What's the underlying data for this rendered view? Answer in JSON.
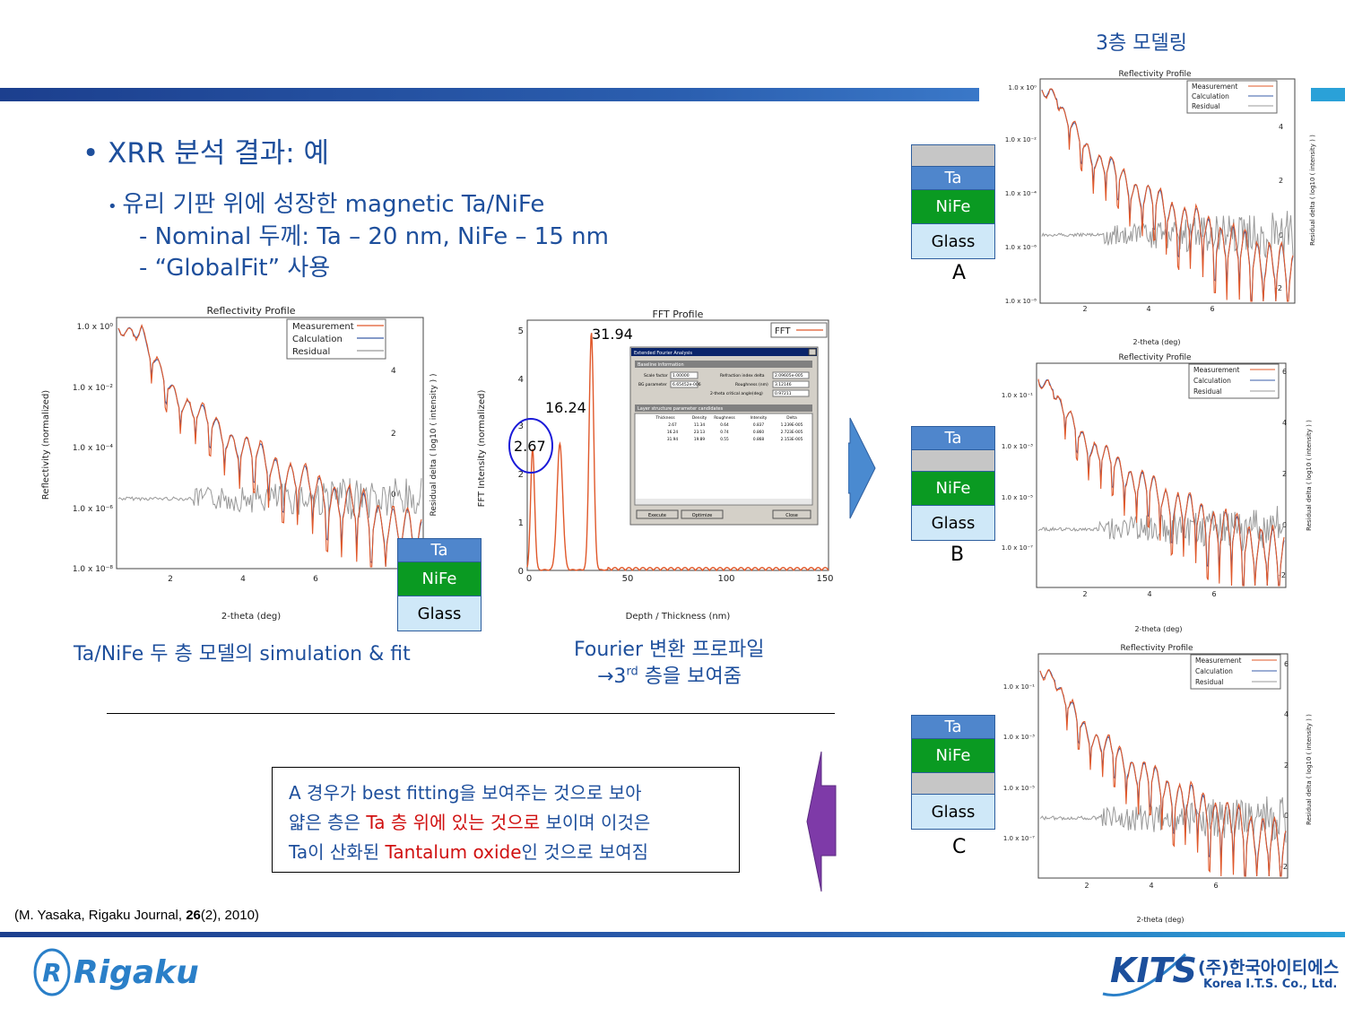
{
  "header": {
    "model_label": "3층 모델링"
  },
  "title": "XRR 분석 결과: 예",
  "bullets": {
    "sub1": "유리 기판 위에 성장한 magnetic Ta/NiFe",
    "sub2": "- Nominal 두께: Ta – 20 nm, NiFe – 15 nm",
    "sub3": "- “GlobalFit” 사용"
  },
  "left_chart": {
    "title": "Reflectivity Profile",
    "xlabel": "2-theta (deg)",
    "ylabel": "Reflectivity (normalized)",
    "y2label": "Residual delta ( log10 ( intensity ) )",
    "legend": [
      "Measurement",
      "Calculation",
      "Residual"
    ],
    "yticks": [
      "1.0 x 10⁰",
      "1.0 x 10⁻²",
      "1.0 x 10⁻⁴",
      "1.0 x 10⁻⁶",
      "1.0 x 10⁻⁸"
    ],
    "xticks": [
      "2",
      "4",
      "6"
    ],
    "y2ticks": [
      "4",
      "2",
      "0"
    ]
  },
  "fft_chart": {
    "title": "FFT Profile",
    "xlabel": "Depth / Thickness (nm)",
    "ylabel": "FFT Intensity (normalized)",
    "legend": "FFT",
    "xticks": [
      "0",
      "50",
      "100",
      "150"
    ],
    "yticks": [
      "0",
      "1",
      "2",
      "3",
      "4",
      "5"
    ],
    "peaks": [
      {
        "label": "2.67"
      },
      {
        "label": "16.24"
      },
      {
        "label": "31.94"
      }
    ],
    "dialog": {
      "title": "Extended Fourier Analysis",
      "section1": "Baseline information",
      "row1a": "Scale factor",
      "val1a": "1.00000",
      "row1b": "Refraction index delta",
      "val1b": "2.09605e-005",
      "row2a": "BG parameter",
      "val2a": "6.65452e-006",
      "row2b": "Roughness (nm)",
      "val2b": "3.12146",
      "row3b": "2-theta critical angle(deg)",
      "val3b": "0.97211",
      "section2": "Layer structure parameter candidates",
      "cols": [
        "Thickness",
        "Density",
        "Roughness",
        "Intensity",
        "Delta"
      ],
      "rows": [
        [
          "2.67",
          "11.34",
          "0.64",
          "0.837",
          "1.239E-005"
        ],
        [
          "16.24",
          "23.13",
          "0.74",
          "0.860",
          "2.723E-005"
        ],
        [
          "31.94",
          "19.89",
          "0.55",
          "0.868",
          "2.153E-005"
        ]
      ],
      "btn_execute": "Execute",
      "btn_optimize": "Optimize",
      "btn_close": "Close"
    }
  },
  "stacks": {
    "main": {
      "ta": "Ta",
      "nife": "NiFe",
      "glass": "Glass"
    },
    "a": {
      "ta": "Ta",
      "nife": "NiFe",
      "glass": "Glass",
      "letter": "A"
    },
    "b": {
      "ta": "Ta",
      "nife": "NiFe",
      "glass": "Glass",
      "letter": "B"
    },
    "c": {
      "ta": "Ta",
      "nife": "NiFe",
      "glass": "Glass",
      "letter": "C"
    }
  },
  "right_charts": {
    "title": "Reflectivity Profile",
    "xlabel": "2-theta (deg)",
    "y2label": "Residual delta ( log10 ( intensity ) )",
    "legend": [
      "Measurement",
      "Calculation",
      "Residual"
    ],
    "a_yticks": [
      "1.0 x 10⁰",
      "1.0 x 10⁻²",
      "1.0 x 10⁻⁴",
      "1.0 x 10⁻⁶",
      "1.0 x 10⁻⁸"
    ],
    "b_yticks": [
      "1.0 x 10⁻¹",
      "1.0 x 10⁻³",
      "1.0 x 10⁻⁵",
      "1.0 x 10⁻⁷"
    ],
    "a_y2ticks": [
      "4",
      "2",
      "0",
      "-2"
    ],
    "b_y2ticks": [
      "6",
      "4",
      "2",
      "0",
      "-2"
    ],
    "xticks": [
      "2",
      "4",
      "6"
    ]
  },
  "captions": {
    "left": "Ta/NiFe 두 층 모델의 simulation & fit",
    "fft_line1": "Fourier 변환 프로파일",
    "fft_line2_prefix": "→3",
    "fft_line2_sup": "rd",
    "fft_line2_suffix": " 층을 보여줌"
  },
  "note": {
    "line1": "A 경우가 best fitting을 보여주는 것으로 보아",
    "line2_a": "얇은 층은 ",
    "line2_red": "Ta 층 위에 있는 것으로",
    "line2_b": " 보이며 이것은",
    "line3_a": "Ta이 산화된 ",
    "line3_red": "Tantalum oxide",
    "line3_b": "인 것으로 보여짐"
  },
  "reference": {
    "prefix": "(M. Yasaka, Rigaku Journal, ",
    "bold": "26",
    "suffix": "(2), 2010)"
  },
  "logos": {
    "rigaku": "Rigaku",
    "kits": "KITS",
    "kits_kr": "(주)한국아이티에스",
    "kits_en": "Korea I.T.S. Co., Ltd."
  },
  "colors": {
    "measurement": "#e0582a",
    "calculation": "#3a5ea8",
    "residual": "#999999",
    "accent": "#1e4f9c"
  }
}
